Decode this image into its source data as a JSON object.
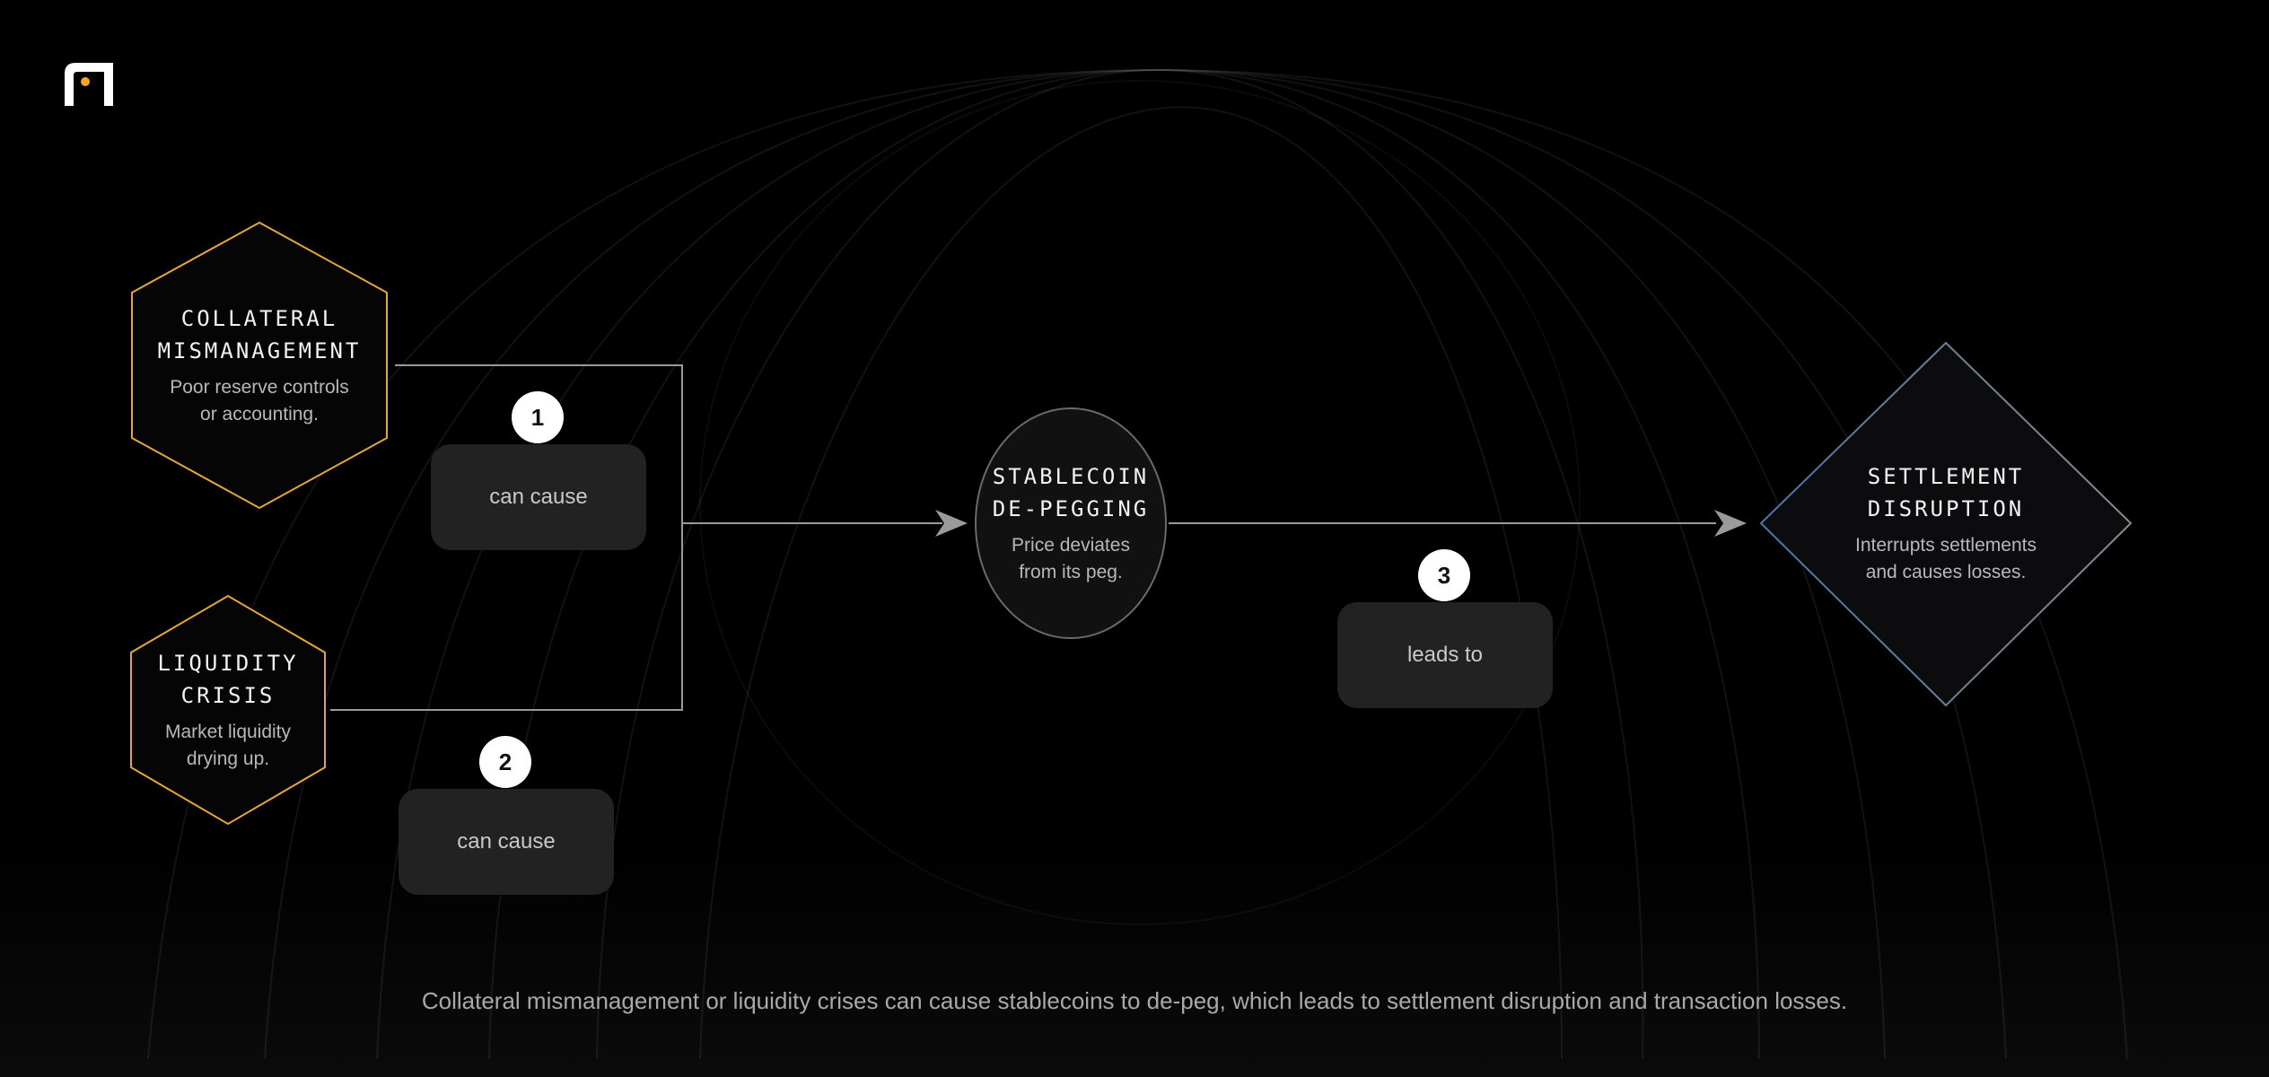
{
  "colors": {
    "background": "#000000",
    "hexagon_stroke": "#e3a63a",
    "circle_stroke": "#6a6a6a",
    "diamond_stroke_left": "#4b77a8",
    "diamond_stroke_right": "#8a8a8a",
    "connector": "#9a9a9a",
    "logo_dot": "#f5a623"
  },
  "logo": {
    "icon": "brand-logo-icon"
  },
  "nodes": {
    "collateral": {
      "title": "COLLATERAL\nMISMANAGEMENT",
      "desc": "Poor reserve controls\nor accounting.",
      "shape": "hexagon"
    },
    "liquidity": {
      "title": "LIQUIDITY\nCRISIS",
      "desc": "Market liquidity\ndrying up.",
      "shape": "hexagon"
    },
    "depegging": {
      "title": "STABLECOIN\nDE-PEGGING",
      "desc": "Price deviates\nfrom its peg.",
      "shape": "circle"
    },
    "settlement": {
      "title": "SETTLEMENT\nDISRUPTION",
      "desc": "Interrupts settlements\nand causes losses.",
      "shape": "diamond"
    }
  },
  "edges": [
    {
      "step": "1",
      "label": "can cause",
      "from": "collateral",
      "to": "depegging"
    },
    {
      "step": "2",
      "label": "can cause",
      "from": "liquidity",
      "to": "depegging"
    },
    {
      "step": "3",
      "label": "leads to",
      "from": "depegging",
      "to": "settlement"
    }
  ],
  "caption": "Collateral mismanagement or liquidity crises can cause stablecoins to de-peg, which leads to settlement disruption and transaction losses."
}
